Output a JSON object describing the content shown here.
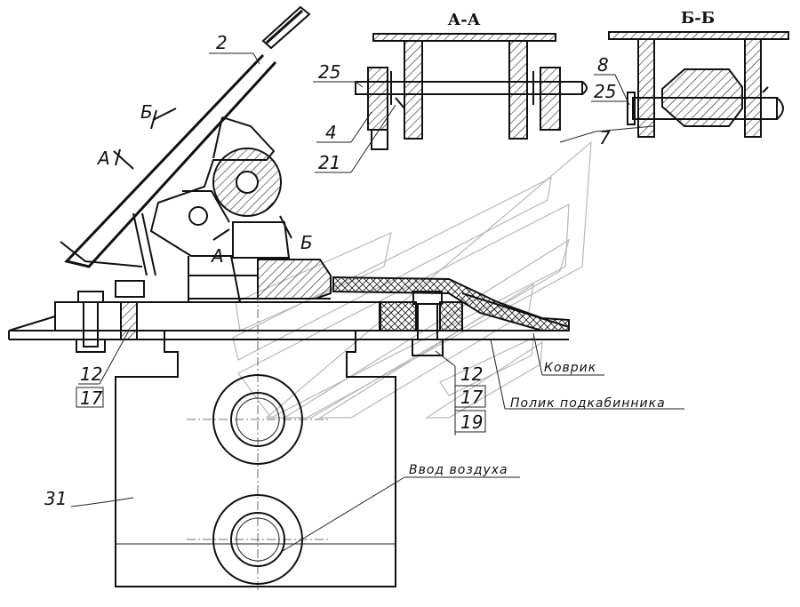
{
  "sections": {
    "a_a": "А-А",
    "b_b": "Б-Б"
  },
  "view_markers": {
    "a": "А",
    "b": "Б"
  },
  "labels": {
    "part_2": "2",
    "part_25_left": "25",
    "part_4": "4",
    "part_21": "21",
    "part_8": "8",
    "part_25_right": "25",
    "part_7": "7",
    "part_12_left": "12",
    "part_17_left": "17",
    "part_12_right": "12",
    "part_17_right": "17",
    "part_19": "19",
    "part_31": "31",
    "mat": "Коврик",
    "cab_floor": "Полик подкабинника",
    "air_inlet": "Ввод воздуха"
  },
  "colors": {
    "line": "#111111",
    "watermark": "#b8b8b8",
    "background": "#ffffff"
  }
}
